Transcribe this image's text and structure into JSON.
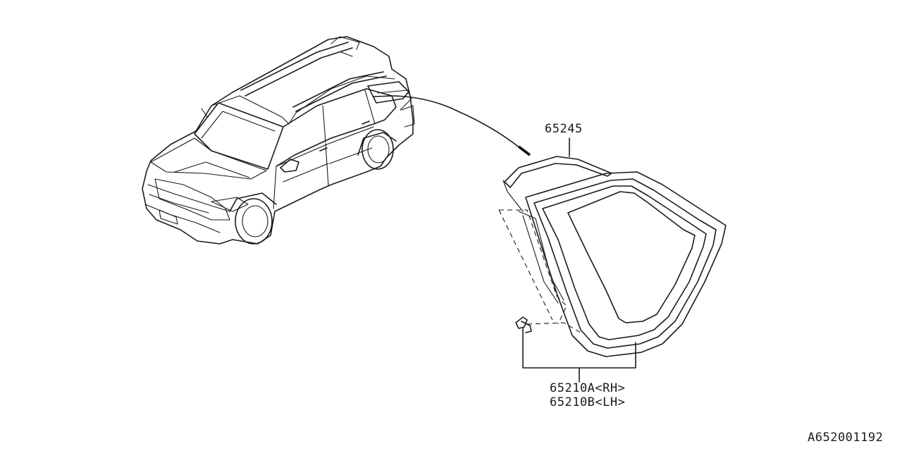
{
  "callouts": {
    "molding": "65245",
    "glass_rh": "65210A<RH>",
    "glass_lh": "65210B<LH>"
  },
  "diagram_id": "A652001192"
}
